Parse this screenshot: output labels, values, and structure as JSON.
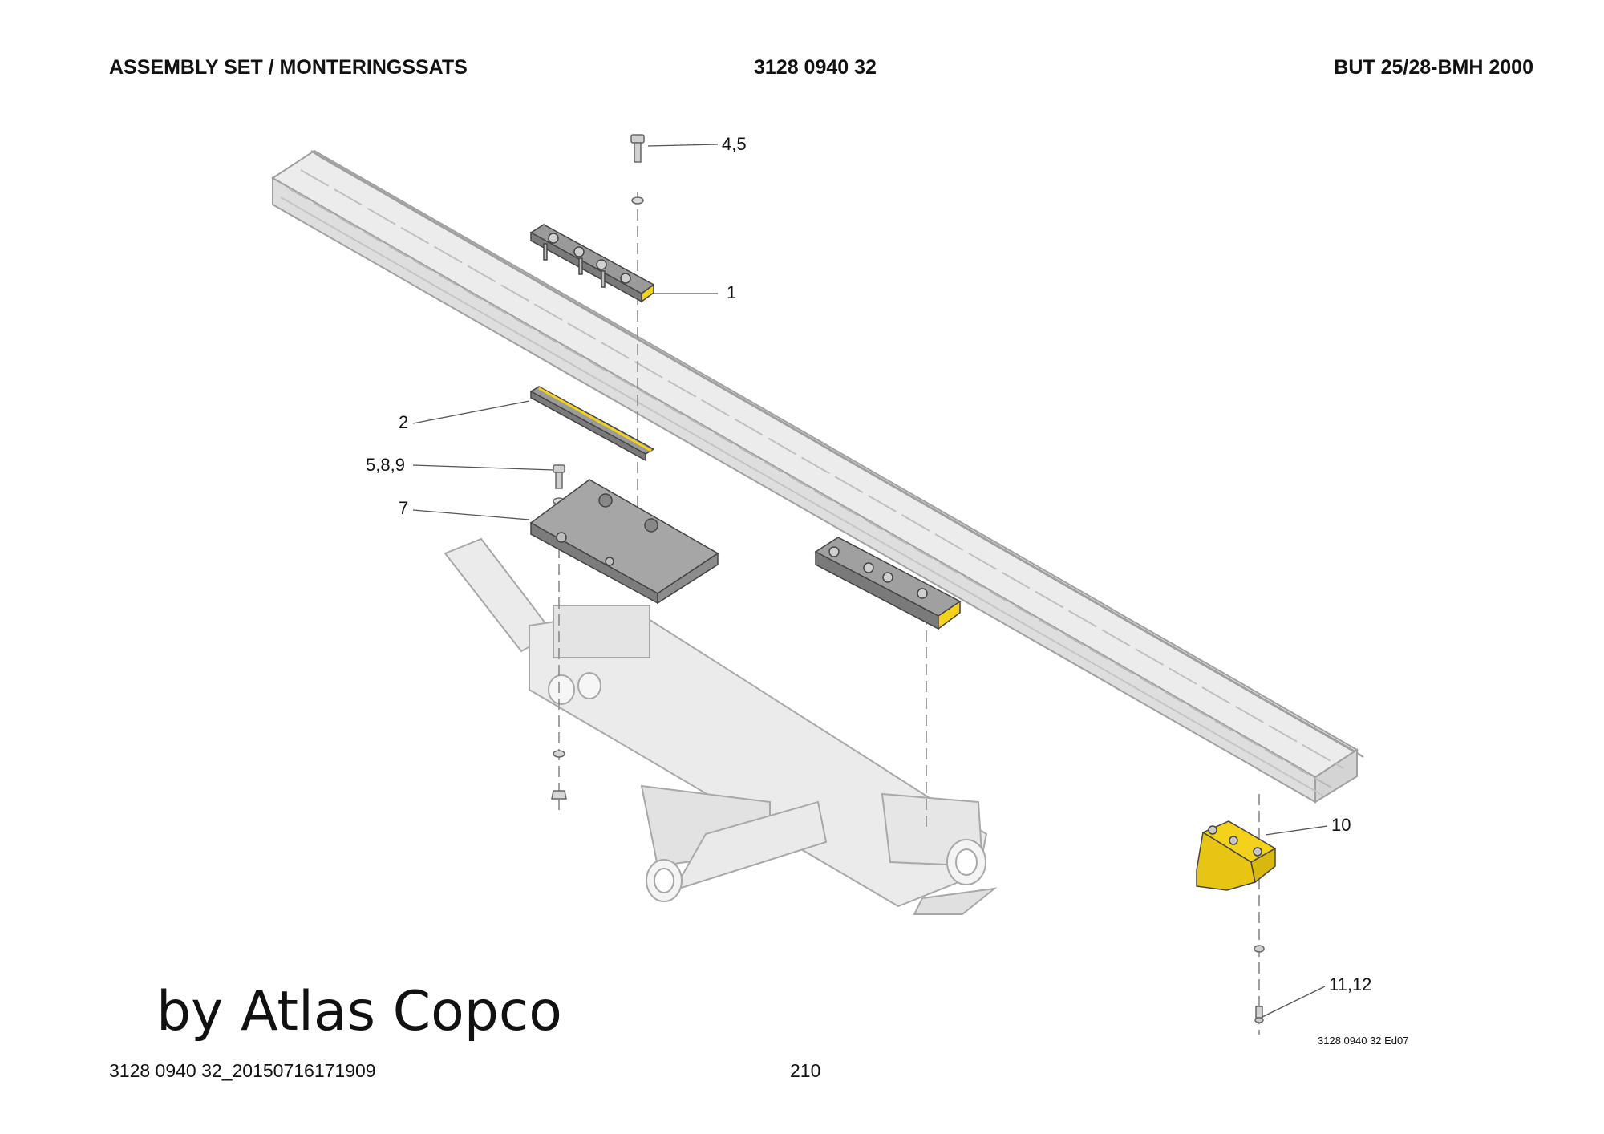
{
  "header": {
    "title": "ASSEMBLY SET / MONTERINGSSATS",
    "part_number": "3128 0940 32",
    "model": "BUT 25/28-BMH 2000"
  },
  "callouts": [
    "4,5",
    "1",
    "2",
    "5,8,9",
    "7",
    "10",
    "11,12"
  ],
  "drawing_ref": "3128 0940 32 Ed07",
  "watermark": "by Atlas Copco",
  "footer": {
    "doc_id": "3128 0940 32_20150716171909",
    "page_number": "210"
  },
  "colors": {
    "highlight": "#f2d21b",
    "part_dark": "#8a8a8a",
    "part_light": "#e6e6e6",
    "outline": "#9a9a9a"
  }
}
